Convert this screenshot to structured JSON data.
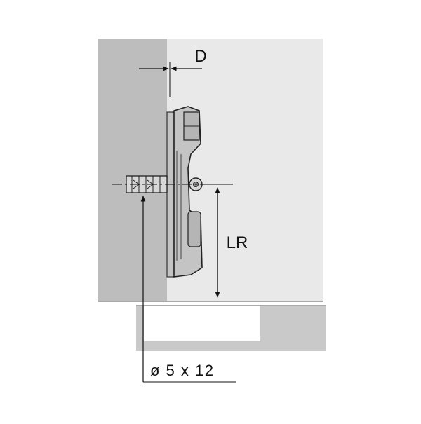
{
  "diagram": {
    "labels": {
      "depth": "D",
      "distance": "LR",
      "dowel_spec": "ø 5 x 12"
    },
    "colors": {
      "side_panel": "#bdbdbd",
      "front_panel": "#e9e9e9",
      "lower_panel": "#c9c9c9",
      "plate": "#c4c4c4",
      "line": "#111111",
      "background": "#ffffff"
    }
  }
}
